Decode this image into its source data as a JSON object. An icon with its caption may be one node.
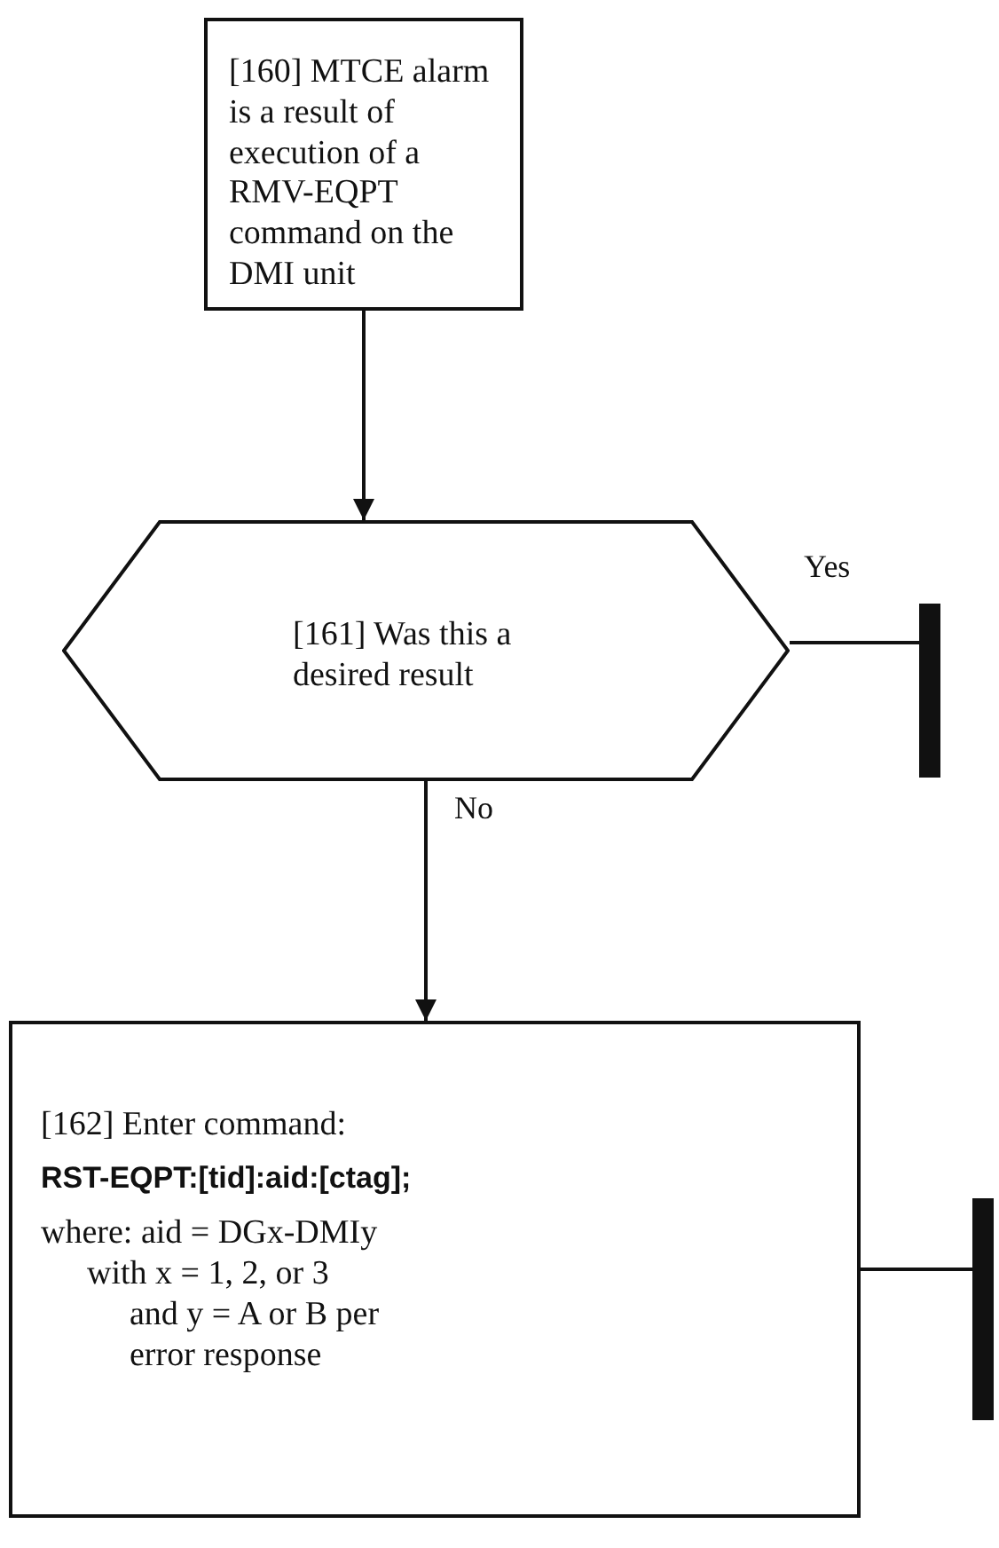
{
  "diagram": {
    "nodes": [
      {
        "text": [
          "[160] MTCE alarm is a result of execution of a RMV-EQPT command on the DMI unit"
        ]
      },
      {
        "text": [
          "[161] Was this a desired result"
        ]
      },
      {
        "text": [],
        "shape": "bar"
      },
      {
        "text": [
          "[162] Enter command:",
          "RST-EQPT:[tid]:aid:[ctag];",
          "where: aid = DGx-DMIy",
          "with x = 1, 2, or 3",
          "and y = A or B per error response"
        ]
      },
      {
        "text": [],
        "shape": "bar"
      }
    ],
    "edges": [
      {
        "from": 0,
        "to": 1,
        "arrow": "to"
      },
      {
        "from": 1,
        "to": 2,
        "arrow": "none",
        "label": "Yes"
      },
      {
        "from": 1,
        "to": 3,
        "arrow": "to",
        "label": "No"
      },
      {
        "from": 3,
        "to": 4,
        "arrow": "none"
      }
    ]
  }
}
